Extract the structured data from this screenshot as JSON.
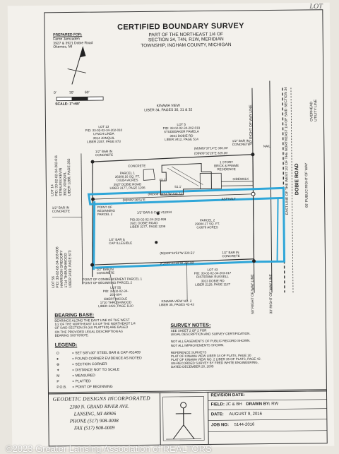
{
  "corner_mark": "LOT",
  "title": "CERTIFIED BOUNDARY SURVEY",
  "subtitle": [
    "PART OF THE NORTHEAST 1/4 OF",
    "SECTION 34, T4N, R1W, MERIDIAN",
    "TOWNSHIP, INGHAM COUNTY, MICHIGAN"
  ],
  "prepared_for": {
    "label": "PREPARED FOR:",
    "lines": [
      "Faron Jamzadeh",
      "3927 & 3921 Dobie Road",
      "Okemos, MI"
    ]
  },
  "scale": {
    "ticks": [
      "0'",
      "30'",
      "60'"
    ],
    "text": "SCALE: 1\"=60'"
  },
  "parcels": {
    "kinawa_view_top": [
      "KINAWA VIEW",
      "LIBER 34, PAGES 30, 31 & 32"
    ],
    "lot13": [
      "LOT 13",
      "PID: 33-02-02-34-202-010",
      "LYNCH LINDA",
      "3914 JONQUIL",
      "LIBER 2357, PAGE 873"
    ],
    "lot5": [
      "LOT 5",
      "PID: 33-02-02-34-202-019",
      "STUDEBAKER PAMELA",
      "3931 DOBIE RD",
      "LIBER 3412, PAGE 514"
    ],
    "parcel1": [
      "PARCEL 1",
      "36388.16 SQ. FT.",
      "0.8354 ACRES",
      "3927 DOBIE ROAD",
      "LIBER 3177, PAGE 1206"
    ],
    "parcel2": [
      "PARCEL 2",
      "29084.17 SQ. FT.",
      "0.6678 ACRES"
    ],
    "pid_middle": [
      "PID:33-02-02-34-202-999",
      "3921 DOBIE ROAD",
      "LIBER 3177, PAGE 1209"
    ],
    "lot14": [
      "LOT 14",
      "PID: 33-02-02-34-202-011",
      "STRAUSS KEVIN",
      "3932 JONQUIL",
      "LIBER 1288, PAGE 282"
    ],
    "lot56": [
      "LOT 56",
      "PID: 33-02-02-34-203-006",
      "HARRISON GREGORY",
      "1714 THRUSHWOOD",
      "LIBER 2419, PAGE 673"
    ],
    "lot55": [
      "LOT 55",
      "PID: 33-02-02-34-",
      "203-004",
      "EBERT NICOLE",
      "1710 THRUSHWOOD",
      "LIBER 3423, PAGE 1110"
    ],
    "lot43": [
      "LOT 43",
      "PID: 33-02-02-34-203-017",
      "RISTERINK RUSSELL",
      "3913 DOBIE RD",
      "LIBER 2129, PAGE 1127"
    ],
    "kinawa_view_bottom": [
      "KINAWA VIEW NO. 2",
      "LIBER 35, PAGES 42-43"
    ]
  },
  "annotations": {
    "residence": [
      "1 STORY",
      "BRICK & FRAME",
      "RESIDENCE"
    ],
    "concrete": "CONCRETE",
    "sidewalk": "SIDEWALK",
    "asphalt": "ASPHALT",
    "nail": "NAIL",
    "bar_concrete": [
      "1/2\" BAR IN",
      "CONCRETE"
    ],
    "bar_cap": "1/2\" BAR & CAP #12034",
    "bar_illegible": [
      "1/2\" BAR &",
      "CAP ILLEGIBLE"
    ],
    "pob_parcel2": [
      "POINT OF",
      "BEGINNING",
      "PARCEL 2"
    ],
    "poc": [
      "POINT OF COMMENCEMENT PARCEL 1",
      "POINT OF BEGINNING PARCEL 2"
    ],
    "bearing_top": "(M)N89°37'14\"E 330.00'",
    "bearing_top2": "(D)N89°32'26\"E 329.36'",
    "bearing_mid": "(M)S88°36'51\"W 330.73'",
    "bearing_mid2": "(M)N89°36'51\"E",
    "bearing_low": "(M)S89°34'51\"W 330.51'",
    "bearing_bottom": "(P)S89°31'14\"W 330.00'",
    "dim_43": "43.1'",
    "dim_51": "51.1'"
  },
  "right_side": {
    "row_50": "50' RIGHT OF WAY LINE",
    "row_33": "33' RIGHT OF WAY LINE",
    "east_line": "EAST LINE OF THE WEST 1/2 OF THE NORTHEAST 1/4 OF SAID SECTION 34",
    "dobie_road": "DOBIE ROAD",
    "public_row": "66' PUBLIC RIGHT OF WAY",
    "overhead": [
      "OVERHEAD",
      "UTILITY LINE"
    ]
  },
  "bearing_base": {
    "heading": "BEARING BASE:",
    "lines": [
      "BEARINGS ALONG THE EAST LINE OF THE WEST",
      "1/2 OF THE NORTHEAST 1/4 OF THE NORTHEAST 1/4",
      "OF SAID SECTION 34 (AS PLATTED) ARE BASED",
      "ON THE PROVIDED LEGAL DESCRIPTION AS",
      "BEARING S00°09'00\"E."
    ]
  },
  "legend": {
    "heading": "LEGEND:",
    "items": [
      {
        "sym": "O",
        "text": "= SET 5/8\"x30\" STEEL BAR & CAP #51489"
      },
      {
        "sym": "●",
        "text": "= FOUND CORNER EVIDENCE AS NOTED"
      },
      {
        "sym": "⊕",
        "text": "= SECTION CORNER"
      },
      {
        "sym": "✦",
        "text": "= DISTANCE NOT TO SCALE"
      },
      {
        "sym": "M",
        "text": "= MEASURED"
      },
      {
        "sym": "P",
        "text": "= PLATTED"
      },
      {
        "sym": "P.O.B.",
        "text": "= POINT OF BEGINNING"
      }
    ]
  },
  "survey_notes": {
    "heading": "SURVEY NOTES:",
    "lines": [
      "SEE SHEET 2 OF 2 FOR",
      "LEGAL DESCRIPTION AND SURVEY CERTIFICATION.",
      "",
      "NOT ALL EASEMENTS OF PUBLIC RECORD SHOWN.",
      "NOT ALL IMPROVEMENTS SHOWN.",
      "",
      "REFERENCE SURVEYS",
      "PLAT OF KINAWA VIEW LIBER 34 OF PLATS, PAGE 30",
      "PLAT OF KINAWA VIEW NO. 2 LIBER 35 OF PLATS, PAGE 42.",
      "UN-RECORDED SURVEY BY FRED WHITE ENGINEERING,",
      "DATED DECEMBER 28, 2005"
    ]
  },
  "company": {
    "name": "GEODETIC DESIGNS INCORPORATED",
    "address": "2300 N. GRAND RIVER AVE.",
    "city": "LANSING, MI 48906",
    "phone": "PHONE (517) 908-0008",
    "fax": "FAX (517) 908-0009"
  },
  "revision": {
    "label": "REVISION DATE:",
    "field_label": "FIELD:",
    "field": "JC & BH",
    "drawn_label": "DRAWN BY:",
    "drawn": "RW",
    "date_label": "DATE:",
    "date": "AUGUST 9, 2016",
    "job_label": "JOB NO:",
    "job": "5144-2016"
  },
  "watermark": "©2023 Greater Lansing Association of REALTORS",
  "colors": {
    "highlight": "#2fa6d8",
    "ink": "#222222",
    "paper": "#f3f1ec"
  }
}
